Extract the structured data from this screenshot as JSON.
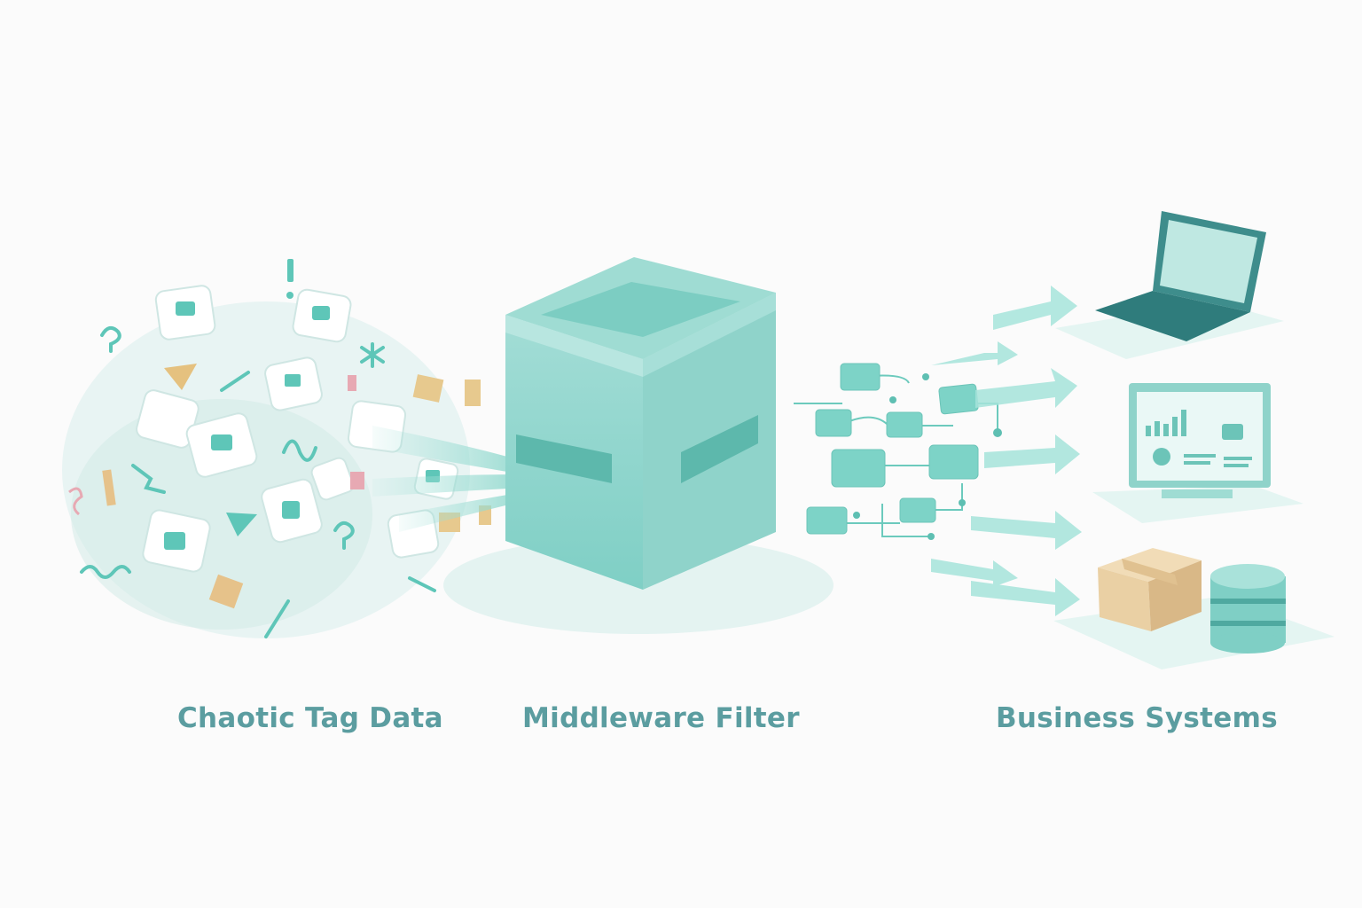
{
  "stages": [
    {
      "label": "Chaotic Tag Data"
    },
    {
      "label": "Middleware Filter"
    },
    {
      "label": "Business Systems"
    }
  ],
  "colors": {
    "teal": "#7fd3c9",
    "teal_dark": "#3f8f8f",
    "label": "#5b9da0",
    "box": "#e6c99c",
    "accent_warm": "#e8b86a",
    "pink": "#e7a9b3"
  }
}
